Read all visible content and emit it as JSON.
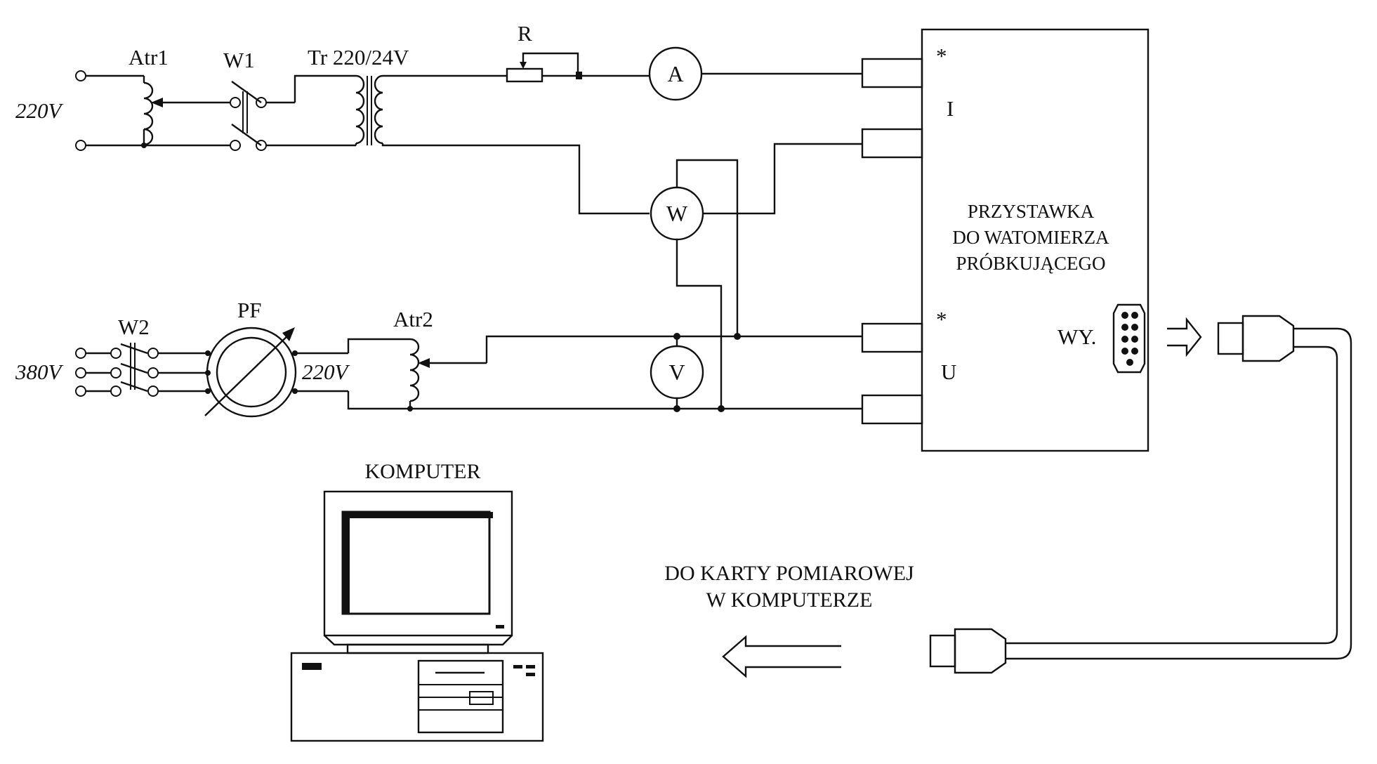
{
  "labels": {
    "atr1": "Atr1",
    "w1": "W1",
    "tr": "Tr 220/24V",
    "r": "R",
    "v220_top": "220V",
    "ammeter": "A",
    "wattmeter": "W",
    "voltmeter": "V",
    "w2": "W2",
    "pf": "PF",
    "atr2": "Atr2",
    "v380": "380V",
    "v220_pf": "220V",
    "box_line1": "PRZYSTAWKA",
    "box_line2": "DO WATOMIERZA",
    "box_line3": "PRÓBKUJĄCEGO",
    "star_i": "*",
    "input_i": "I",
    "star_u": "*",
    "input_u": "U",
    "output": "WY.",
    "computer": "KOMPUTER",
    "card_line1": "DO KARTY POMIAROWEJ",
    "card_line2": "W KOMPUTERZE"
  },
  "colors": {
    "ink": "#111111",
    "paper": "#ffffff"
  }
}
